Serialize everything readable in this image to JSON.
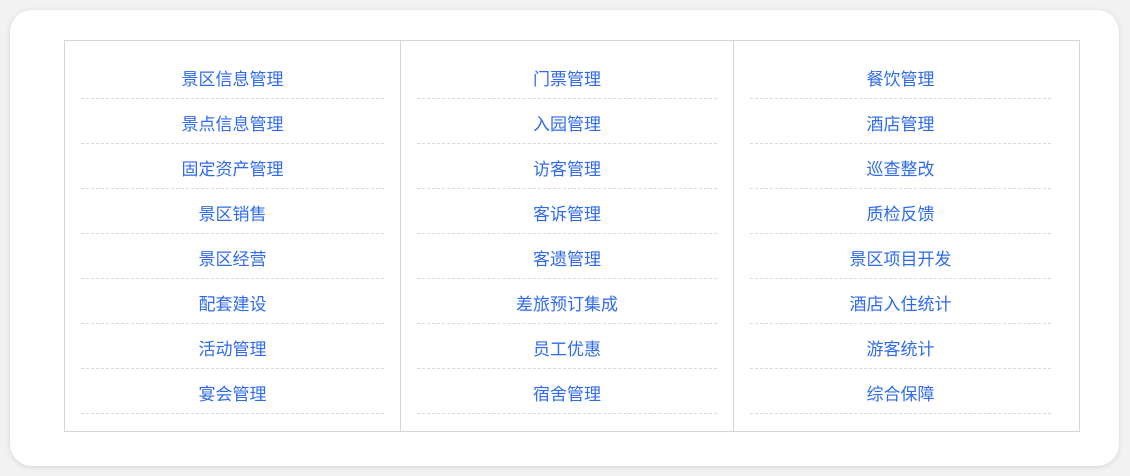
{
  "columns": [
    {
      "items": [
        "景区信息管理",
        "景点信息管理",
        "固定资产管理",
        "景区销售",
        "景区经营",
        "配套建设",
        "活动管理",
        "宴会管理"
      ]
    },
    {
      "items": [
        "门票管理",
        "入园管理",
        "访客管理",
        "客诉管理",
        "客遗管理",
        "差旅预订集成",
        "员工优惠",
        "宿舍管理"
      ]
    },
    {
      "items": [
        "餐饮管理",
        "酒店管理",
        "巡查整改",
        "质检反馈",
        "景区项目开发",
        "酒店入住统计",
        "游客统计",
        "综合保障"
      ]
    }
  ],
  "colors": {
    "link": "#2f6bea",
    "border": "#d6d6d6"
  }
}
